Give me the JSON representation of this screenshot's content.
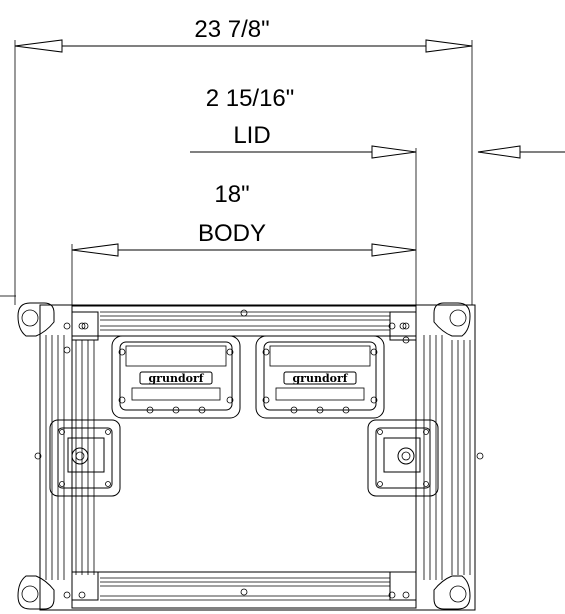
{
  "dimensions": {
    "overall": "23 7/8\"",
    "lid_value": "2 15/16\"",
    "lid_label": "LID",
    "body_value": "18\"",
    "body_label": "BODY"
  },
  "handles": {
    "left_logo": "grundorf",
    "right_logo": "grundorf"
  }
}
